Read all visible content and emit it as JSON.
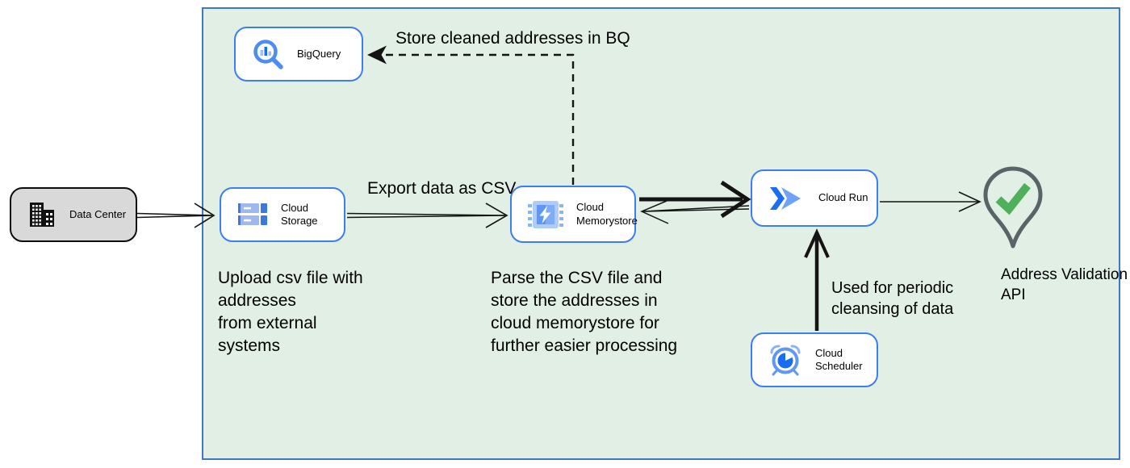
{
  "nodes": {
    "data_center": {
      "label": "Data Center"
    },
    "bigquery": {
      "label": "BigQuery"
    },
    "cloud_storage": {
      "label": "Cloud Storage"
    },
    "cloud_memorystore": {
      "label": "Cloud Memorystore"
    },
    "cloud_run": {
      "label": "Cloud Run"
    },
    "cloud_scheduler": {
      "label": "Cloud Scheduler"
    },
    "address_validation_api": {
      "label": "Address Validation\nAPI"
    }
  },
  "annotations": {
    "store_bq": "Store cleaned addresses in BQ",
    "export_csv": "Export data as CSV",
    "upload_csv": "Upload csv file with\naddresses\nfrom external\nsystems",
    "parse_csv": "Parse the CSV file and\nstore the addresses in\ncloud  memorystore for\nfurther easier processing",
    "periodic": "Used for periodic\ncleansing of data"
  },
  "colors": {
    "boundary-fill": "#e2efe4",
    "boundary-border": "#4178be",
    "node-border": "#3d7df2",
    "datacenter-fill": "#d9d9d9",
    "arrow": "#141414",
    "pin-gray": "#5a6367",
    "check-green": "#50b05a",
    "icon-blue-dark": "#1a6df2",
    "icon-blue": "#5e97f6",
    "icon-blue-light": "#aecbfa"
  }
}
